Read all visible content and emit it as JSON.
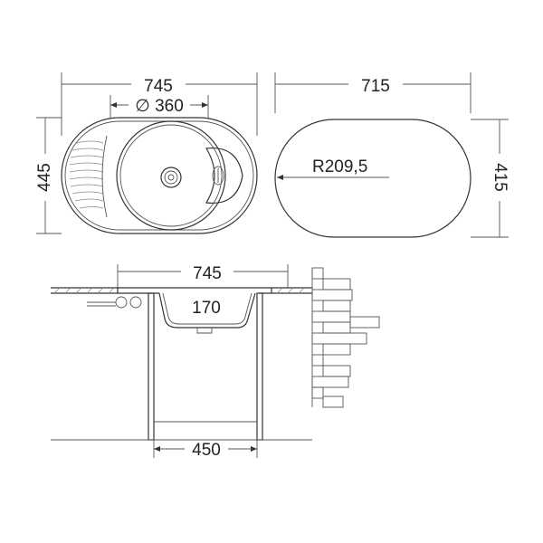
{
  "top_view": {
    "width_label": "745",
    "bowl_diameter_label": "∅ 360",
    "depth_label": "445"
  },
  "cutout_view": {
    "width_label": "715",
    "depth_label": "415",
    "radius_label": "R209,5"
  },
  "section_view": {
    "width_label": "745",
    "bowl_depth_label": "170",
    "cabinet_label": "450"
  },
  "colors": {
    "line": "#333333",
    "text": "#222222"
  }
}
